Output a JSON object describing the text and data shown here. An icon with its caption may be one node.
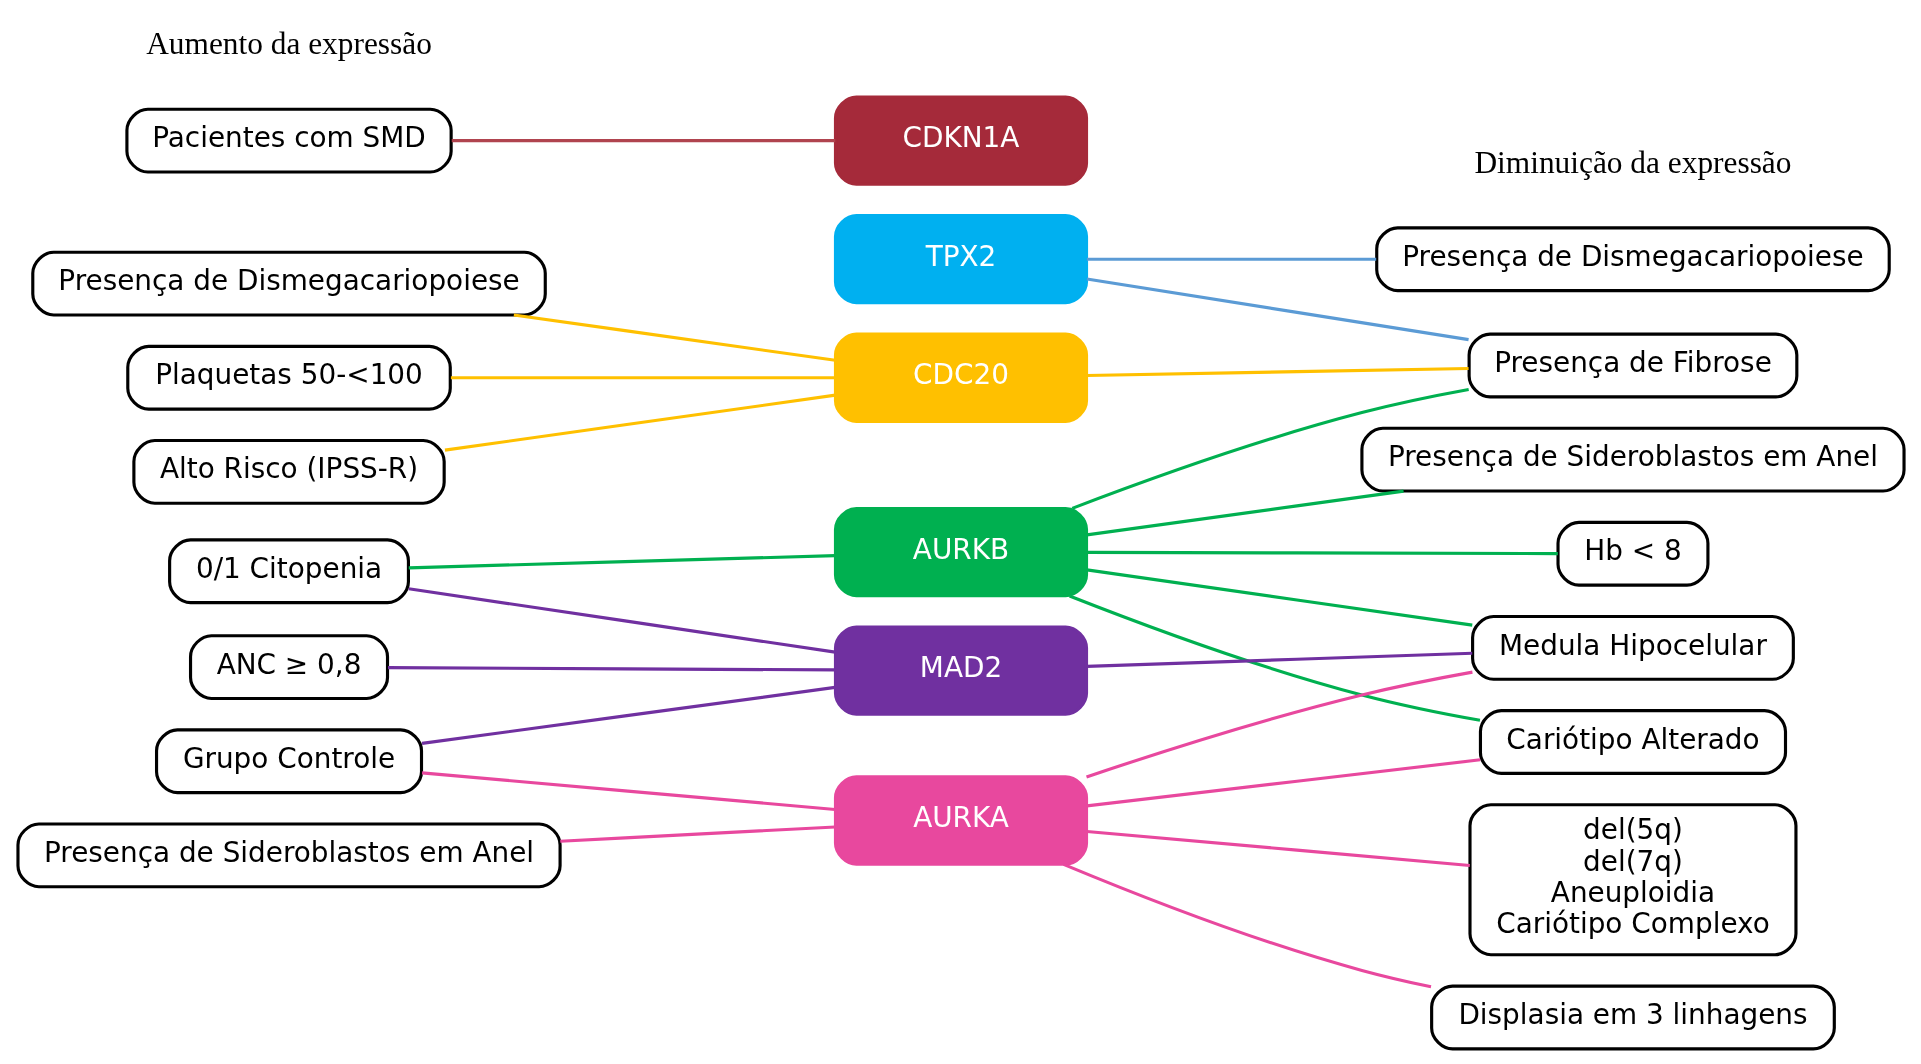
{
  "diagram": {
    "nodes": [
      {
        "text": [
          "Presença de Dismegacariopoiese"
        ]
      },
      {
        "text": [
          "Plaquetas 50-<100"
        ]
      },
      {
        "text": [
          "Alto Risco (IPSS-R)"
        ]
      },
      {
        "text": [
          "0/1 Citopenia"
        ]
      },
      {
        "text": [
          "ANC ≥ 0,8"
        ]
      },
      {
        "text": [
          "Grupo Controle"
        ]
      },
      {
        "text": [
          "Presença de Sideroblastos em Anel"
        ]
      },
      {
        "text": [
          "Pacientes com SMD"
        ]
      },
      {
        "text": [
          "TPX2"
        ]
      },
      {
        "text": [
          "CDC20"
        ]
      },
      {
        "text": [
          "AURKB"
        ]
      },
      {
        "text": [
          "MAD2"
        ]
      },
      {
        "text": [
          "AURKA"
        ]
      },
      {
        "text": [
          "CDKN1A"
        ]
      },
      {
        "text": [
          "Presença de Dismegacariopoiese"
        ]
      },
      {
        "text": [
          "Presença de Fibrose"
        ]
      },
      {
        "text": [
          "Presença de Sideroblastos em Anel"
        ]
      },
      {
        "text": [
          "Hb < 8"
        ]
      },
      {
        "text": [
          "Medula Hipocelular"
        ]
      },
      {
        "text": [
          "Cariótipo Alterado"
        ]
      },
      {
        "text": [
          "del(5q)",
          "del(7q)",
          "Aneuploidia",
          "Cariótipo Complexo"
        ]
      },
      {
        "text": [
          "Displasia em 3 linhagens"
        ]
      }
    ],
    "edges": [
      {
        "from": 8,
        "to": 14,
        "arrow": "none",
        "color": "#5b9bd5"
      },
      {
        "from": 8,
        "to": 15,
        "arrow": "none",
        "color": "#5b9bd5"
      },
      {
        "from": 0,
        "to": 9,
        "arrow": "none",
        "color": "#ffc000"
      },
      {
        "from": 1,
        "to": 9,
        "arrow": "none",
        "color": "#ffc000"
      },
      {
        "from": 2,
        "to": 9,
        "arrow": "none",
        "color": "#ffc000"
      },
      {
        "from": 9,
        "to": 15,
        "arrow": "none",
        "color": "#ffc000"
      },
      {
        "from": 3,
        "to": 10,
        "arrow": "none",
        "color": "#00b050"
      },
      {
        "from": 10,
        "to": 15,
        "arrow": "none",
        "color": "#00b050"
      },
      {
        "from": 10,
        "to": 16,
        "arrow": "none",
        "color": "#00b050"
      },
      {
        "from": 10,
        "to": 17,
        "arrow": "none",
        "color": "#00b050"
      },
      {
        "from": 10,
        "to": 18,
        "arrow": "none",
        "color": "#00b050"
      },
      {
        "from": 10,
        "to": 19,
        "arrow": "none",
        "color": "#00b050"
      },
      {
        "from": 3,
        "to": 11,
        "arrow": "none",
        "color": "#7030a0"
      },
      {
        "from": 4,
        "to": 11,
        "arrow": "none",
        "color": "#7030a0"
      },
      {
        "from": 5,
        "to": 11,
        "arrow": "none",
        "color": "#7030a0"
      },
      {
        "from": 11,
        "to": 18,
        "arrow": "none",
        "color": "#7030a0"
      },
      {
        "from": 5,
        "to": 12,
        "arrow": "none",
        "color": "#e8489e"
      },
      {
        "from": 6,
        "to": 12,
        "arrow": "none",
        "color": "#e8489e"
      },
      {
        "from": 12,
        "to": 18,
        "arrow": "none",
        "color": "#e8489e"
      },
      {
        "from": 12,
        "to": 19,
        "arrow": "none",
        "color": "#e8489e"
      },
      {
        "from": 12,
        "to": 20,
        "arrow": "none",
        "color": "#e8489e"
      },
      {
        "from": 12,
        "to": 21,
        "arrow": "none",
        "color": "#e8489e"
      },
      {
        "from": 7,
        "to": 13,
        "arrow": "none",
        "color": "#b0444f"
      }
    ],
    "labels": [
      "Aumento da expressão",
      "Diminuição da expressão"
    ]
  }
}
